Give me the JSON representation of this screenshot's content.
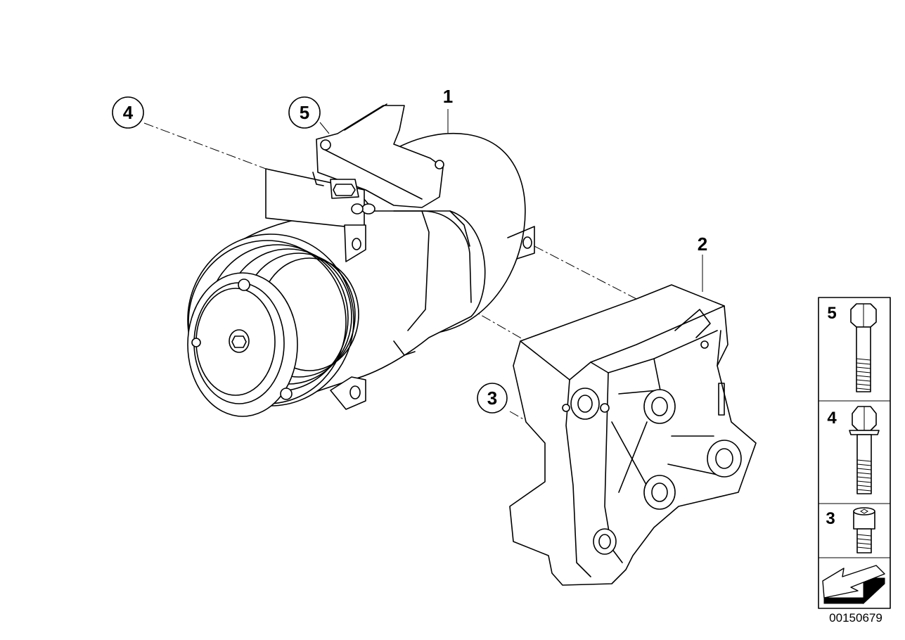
{
  "callouts": {
    "c1": "1",
    "c2": "2",
    "c3": "3",
    "c4": "4",
    "c5": "5"
  },
  "legend": {
    "items": [
      {
        "label": "5",
        "part": "hex-bolt-long"
      },
      {
        "label": "4",
        "part": "hex-flange-bolt"
      },
      {
        "label": "3",
        "part": "socket-cap-bolt"
      }
    ],
    "nav_icon": "arrow-icon"
  },
  "catalog_number": "00150679"
}
